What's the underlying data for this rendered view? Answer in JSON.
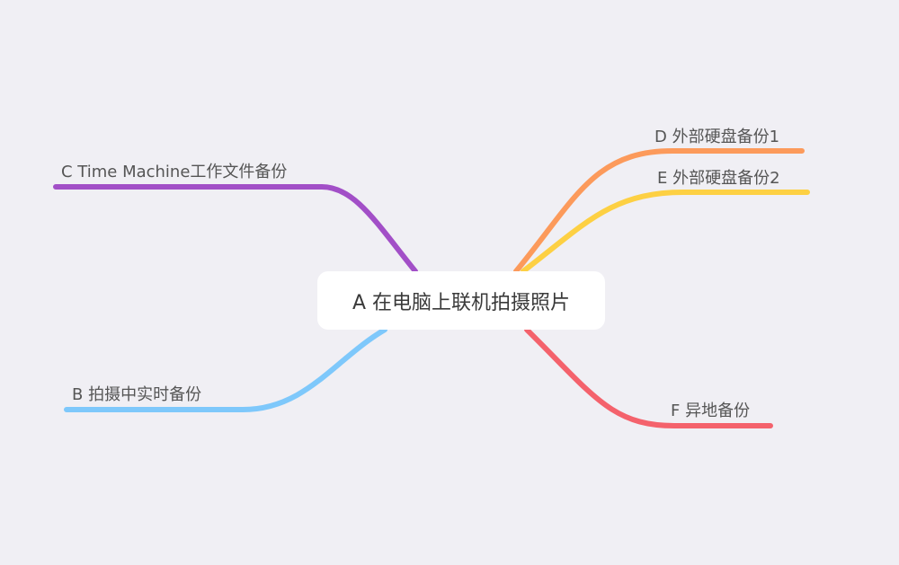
{
  "diagram": {
    "type": "mindmap",
    "central": {
      "label": "A 在电脑上联机拍摄照片"
    },
    "branches": [
      {
        "id": "c",
        "label": "C Time Machine工作文件备份",
        "color": "#a24fc7",
        "side": "left"
      },
      {
        "id": "b",
        "label": "B 拍摄中实时备份",
        "color": "#7ec8fb",
        "side": "left"
      },
      {
        "id": "d",
        "label": "D 外部硬盘备份1",
        "color": "#fc9a5b",
        "side": "right"
      },
      {
        "id": "e",
        "label": "E 外部硬盘备份2",
        "color": "#fdd043",
        "side": "right"
      },
      {
        "id": "f",
        "label": "F 异地备份",
        "color": "#f4626c",
        "side": "right"
      }
    ]
  },
  "colors": {
    "background": "#f0eff4",
    "node_fill": "#ffffff"
  }
}
